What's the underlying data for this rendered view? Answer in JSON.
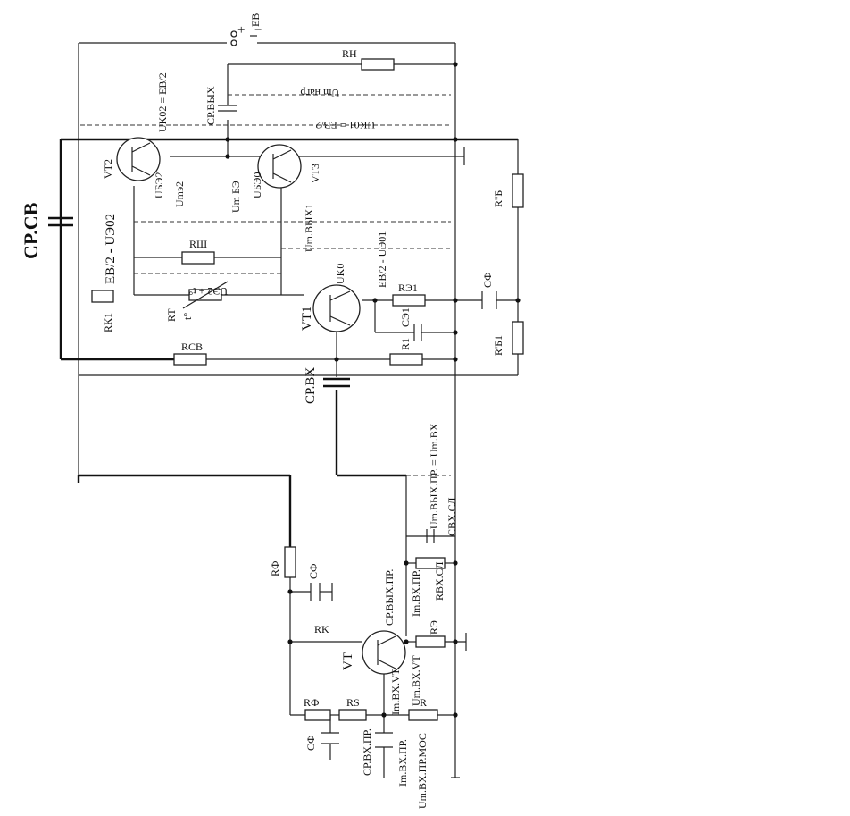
{
  "labels": {
    "eb": "EB",
    "eb_plus": "+",
    "eb_minus": "−",
    "rn": "RH",
    "uk02": "UK02 = EB/2",
    "cp_vyh": "CP.ВЫХ",
    "um_nagr": "Um нагр",
    "uk01": "UK01 = EB/2",
    "vt2": "VT2",
    "vt3": "VT3",
    "ube2": "UБЭ2",
    "ume2": "Umэ2",
    "um_be": "Um БЭ",
    "ube0": "UБЭ0",
    "r_b": "R''Б",
    "cp_sv": "CP.CB",
    "eb2_ue2": "EB/2 - UЭ02",
    "um_vyh1": "Um.ВЫХ1",
    "eb2_ue01": "EB/2 - UЭ01",
    "rsh": "RШ",
    "ue2_t": "UЭ2 + t°",
    "rk1": "RК1",
    "rt": "RT",
    "t0": "t°",
    "uk0": "UK0",
    "re1": "RЭ1",
    "cf1": "CФ",
    "vt1": "VT1",
    "ce1": "CЭ1",
    "rb1": "R'Б1",
    "rsv": "RCB",
    "r1": "R1",
    "cp_vx": "CP.BX",
    "um_vyh_pr": "Um.ВЫХ.ПР. = Um.BX",
    "cvx_sl": "CBX.СЛ",
    "rf": "RФ",
    "cf2": "CФ",
    "rvx_sl": "RBX.СЛ",
    "im_vx_pr": "Im.BX.ПР.",
    "cp_vyh_pr": "CP.ВЫХ.ПР.",
    "rk": "RK",
    "re": "RЭ",
    "vt": "VT",
    "im_vx_vt": "Im.BX.VT.",
    "um_vx_vt": "Um.BX.VT",
    "rf2": "RФ",
    "rs": "RS",
    "r": "R",
    "cf3": "CФ",
    "cp_vx_pr": "CP.BX.ПР.",
    "im_vx_pr2": "Im.BX.ПР.",
    "um_vx_pr_mos": "Um.BX.ПР.MOC"
  }
}
